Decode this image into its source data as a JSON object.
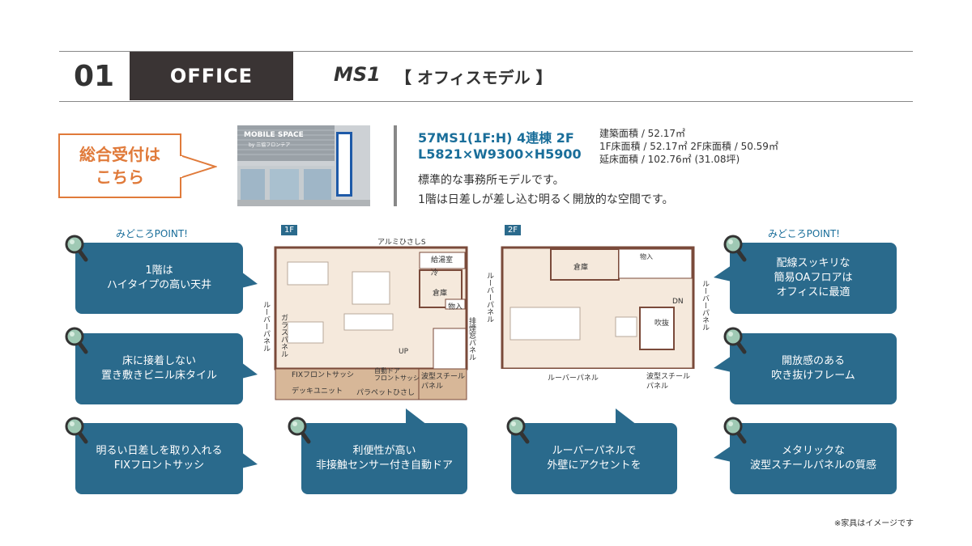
{
  "header": {
    "number": "01",
    "category": "OFFICE",
    "model": "MS1",
    "model_sub": "【 オフィスモデル 】"
  },
  "reception": {
    "line1": "総合受付は",
    "line2": "こちら"
  },
  "photo": {
    "sign": "MOBILE SPACE",
    "sign_sub": "by 三協フロンテア"
  },
  "spec": {
    "line1": "57MS1(1F:H) 4連棟 2F",
    "line2": "L5821×W9300×H5900",
    "area1": "建築面積 / 52.17㎡",
    "area2": "1F床面積 / 52.17㎡  2F床面積 / 50.59㎡",
    "area3": "延床面積 / 102.76㎡ (31.08坪)",
    "desc1": "標準的な事務所モデルです。",
    "desc2": "1階は日差しが差し込む明るく開放的な空間です。"
  },
  "points_left_label": "みどころPOINT!",
  "points_right_label": "みどころPOINT!",
  "points": [
    {
      "text": "1階は\nハイタイプの高い天井"
    },
    {
      "text": "床に接着しない\n置き敷きビニル床タイル"
    },
    {
      "text": "明るい日差しを取り入れる\nFIXフロントサッシ"
    },
    {
      "text": "利便性が高い\n非接触センサー付き自動ドア"
    },
    {
      "text": "ルーバーパネルで\n外壁にアクセントを"
    },
    {
      "text": "配線スッキリな\n簡易OAフロアは\nオフィスに最適"
    },
    {
      "text": "開放感のある\n吹き抜けフレーム"
    },
    {
      "text": "メタリックな\n波型スチールパネルの質感"
    }
  ],
  "plan1": {
    "tag": "1F",
    "labels": {
      "alumi": "アルミひさしS",
      "kyuto": "給湯室",
      "rei": "冷",
      "souko": "倉庫",
      "monoire": "物入",
      "louver": "ルーバーパネル",
      "glass": "ガラスパネル",
      "haien": "排煙窓パネル",
      "up": "UP",
      "fix": "FIXフロントサッシ",
      "auto": "自動ドア\nフロントサッシ",
      "deck": "デッキユニット",
      "parapet": "パラペットひさし",
      "hakei": "波型スチール\nパネル"
    }
  },
  "plan2": {
    "tag": "2F",
    "labels": {
      "souko": "倉庫",
      "monoire": "物入",
      "louver_left": "ルーバーパネル",
      "louver_right": "ルーバーパネル",
      "dn": "DN",
      "fukinuke": "吹抜",
      "louver_bottom": "ルーバーパネル",
      "hakei": "波型スチール\nパネル"
    }
  },
  "note": "※家具はイメージです",
  "colors": {
    "accent_blue": "#2a6a8c",
    "orange": "#e07a3a",
    "dark": "#3a3434",
    "wall": "#7a4a3a",
    "floor": "#f5e9dc"
  }
}
